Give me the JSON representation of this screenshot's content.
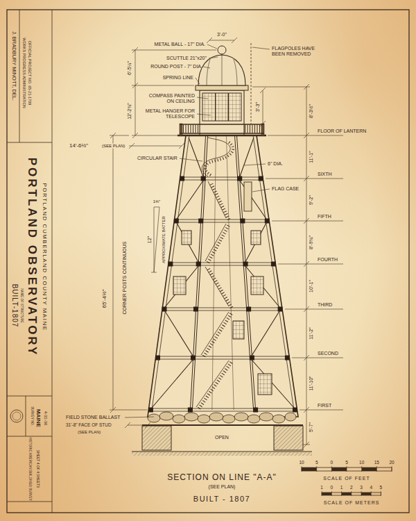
{
  "diagram": {
    "title": "PORTLAND OBSERVATORY",
    "labels": [
      "J. BRADBURY MINOTT, DEL.",
      "WORKS PROGRESS ADMINISTRATION",
      "OFFICIAL PROJECT NO. 65-21-1709",
      "NAME OF STRUCTURE",
      "BUILT-1807",
      "PORTLAND CUMBERLAND COUNTY MAINE",
      "SURVEY NO.",
      "MAINE",
      "4-31-36",
      "HISTORIC AMERICAN BUILDINGS SURVEY",
      "SHEET 4 OF 4 SHEETS",
      "METAL BALL - 17\" DIA.",
      "3'-0\"",
      "SCUTTLE 21\"x20\"",
      "ROUND POST - 7\" DIA",
      "SPRING LINE",
      "COMPASS PAINTED ON CEILING",
      "METAL HANGER FOR TELESCOPE",
      "6'-5¼\"",
      "12'-2¾\"",
      "FLAGPOLES HAVE BEEN REMOVED",
      "3'-3\"",
      "8'-3½\"",
      "FLOOR OF LANTERN",
      "14'-6½\"",
      "(SEE PLAN)",
      "CIRCULAR STAIR",
      "6\" DIA.",
      "11'-1\"",
      "SIXTH",
      "FLAG CASE",
      "9'-2\"",
      "FIFTH",
      "1⅜\"",
      "12\"",
      "APPROXIMATE BATTER",
      "65'-4½\"",
      "CORNER POSTS CONTINUOUS",
      "8'-9¾\"",
      "FOURTH",
      "10'-1\"",
      "THIRD",
      "11'-2\"",
      "SECOND",
      "11'-10\"",
      "FIRST",
      "5'-7\"",
      "FIELD STONE BALLAST",
      "31'-8\" FACE OF STUD",
      "(SEE PLAN)",
      "OPEN",
      "SECTION ON LINE \"A-A\"",
      "(SEE PLAN)",
      "BUILT - 1807",
      "10",
      "5",
      "0",
      "5",
      "10",
      "15",
      "20",
      "SCALE OF FEET",
      "1",
      "0",
      "1",
      "2",
      "3",
      "4",
      "5",
      "SCALE OF METERS"
    ]
  }
}
